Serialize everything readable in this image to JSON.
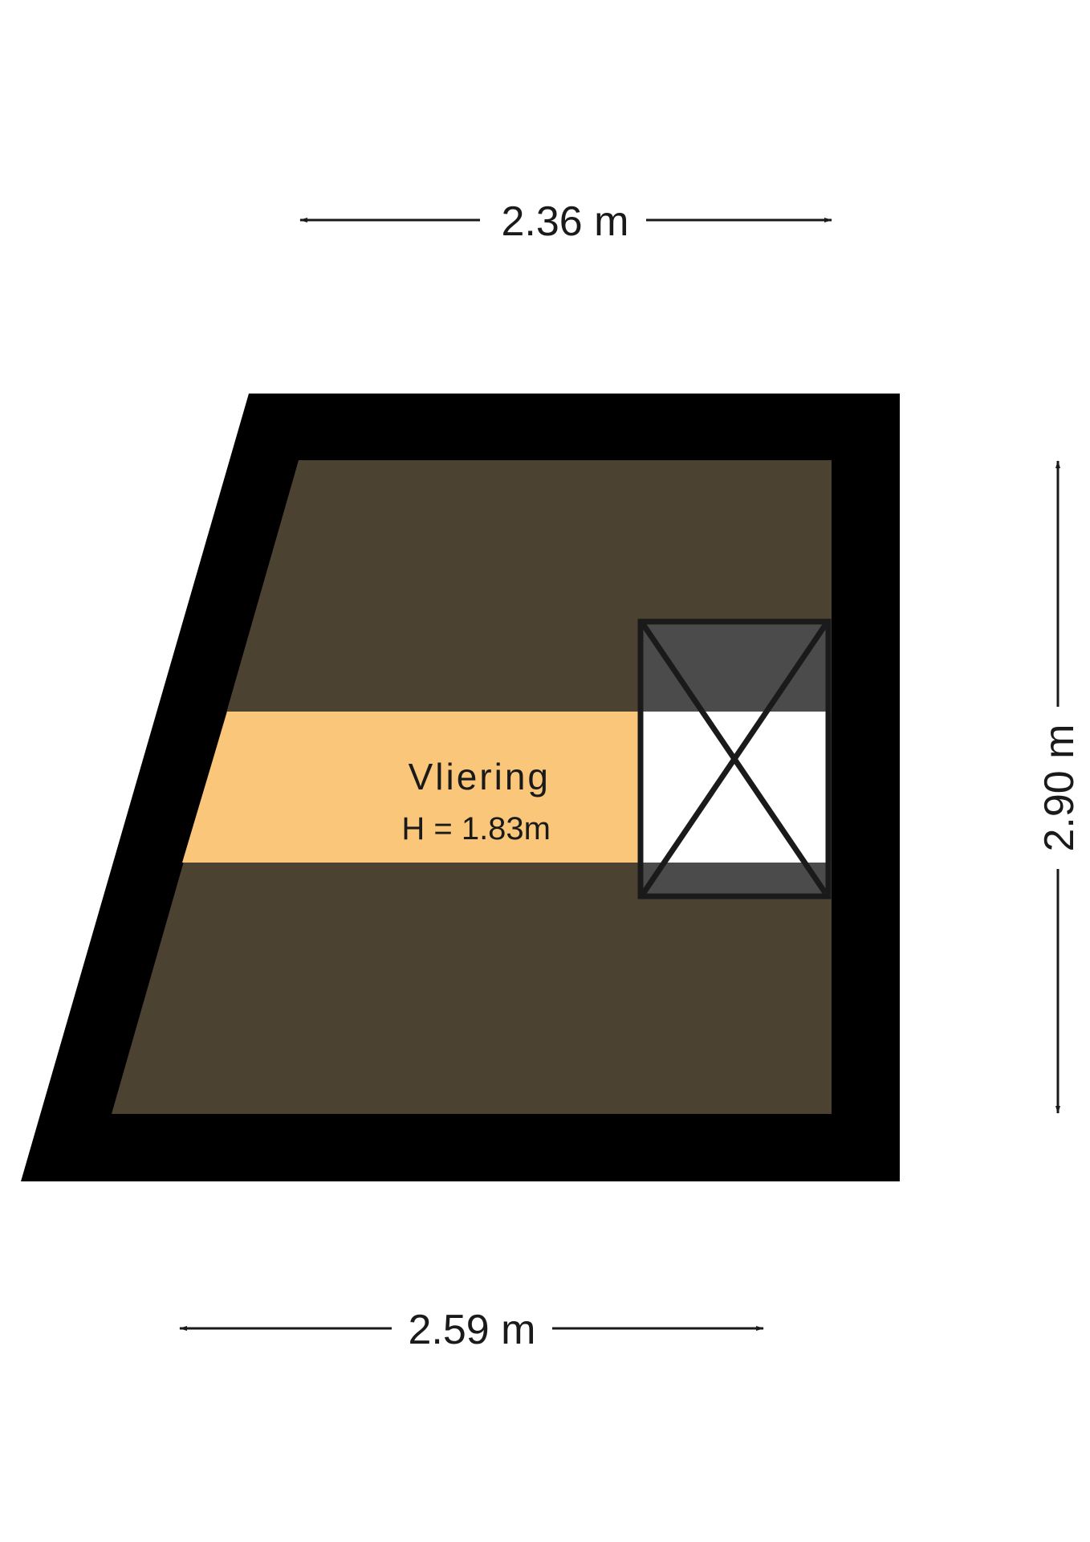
{
  "dimensions": {
    "top": "2.36 m",
    "bottom": "2.59 m",
    "right": "2.90 m"
  },
  "room": {
    "name": "Vliering",
    "height": "H = 1.83m"
  },
  "colors": {
    "wall": "#000000",
    "floor": "#4b4232",
    "room_band": "#fac67a",
    "hatch_band": "#4b4b4b",
    "line": "#1a1a1a"
  }
}
